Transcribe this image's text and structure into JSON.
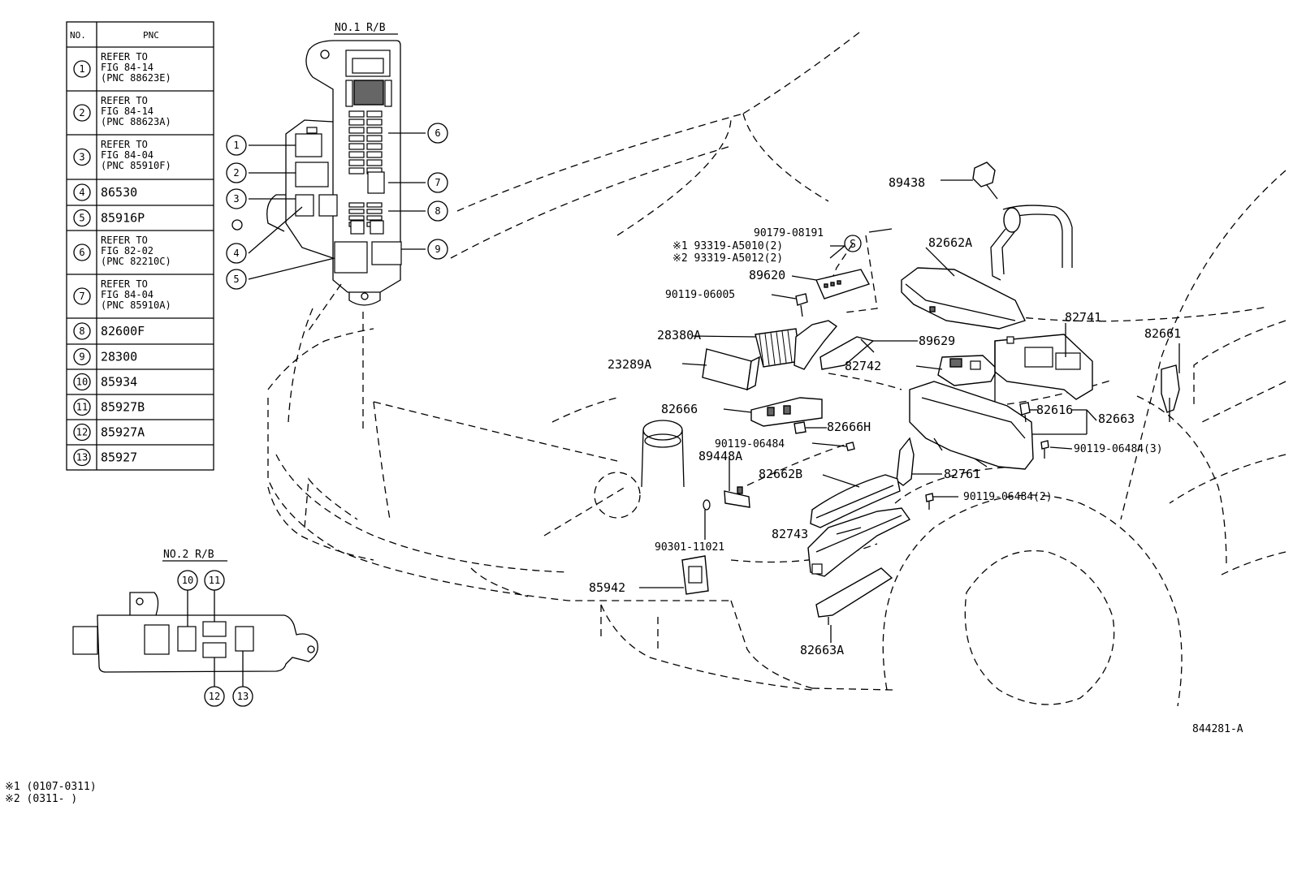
{
  "table": {
    "header": {
      "no": "NO.",
      "pnc": "PNC"
    },
    "rows": [
      {
        "no": "1",
        "lines": [
          "REFER TO",
          "FIG 84-14",
          "(PNC 88623E)"
        ]
      },
      {
        "no": "2",
        "lines": [
          "REFER TO",
          "FIG 84-14",
          "(PNC 88623A)"
        ]
      },
      {
        "no": "3",
        "lines": [
          "REFER TO",
          "FIG 84-04",
          "(PNC 85910F)"
        ]
      },
      {
        "no": "4",
        "lines": [
          "86530"
        ]
      },
      {
        "no": "5",
        "lines": [
          "85916P"
        ]
      },
      {
        "no": "6",
        "lines": [
          "REFER TO",
          "FIG 82-02",
          "(PNC 82210C)"
        ]
      },
      {
        "no": "7",
        "lines": [
          "REFER TO",
          "FIG 84-04",
          "(PNC 85910A)"
        ]
      },
      {
        "no": "8",
        "lines": [
          "82600F"
        ]
      },
      {
        "no": "9",
        "lines": [
          "28300"
        ]
      },
      {
        "no": "10",
        "lines": [
          "85934"
        ]
      },
      {
        "no": "11",
        "lines": [
          "85927B"
        ]
      },
      {
        "no": "12",
        "lines": [
          "85927A"
        ]
      },
      {
        "no": "13",
        "lines": [
          "85927"
        ]
      }
    ]
  },
  "relay_block_1": {
    "title": "NO.1 R/B",
    "callouts": [
      "1",
      "2",
      "3",
      "4",
      "5",
      "6",
      "7",
      "8",
      "9"
    ]
  },
  "relay_block_2": {
    "title": "NO.2 R/B",
    "callouts": [
      "10",
      "11",
      "12",
      "13"
    ]
  },
  "parts": {
    "p89438": "89438",
    "p90179": "90179-08191",
    "p93319a": "※1 93319-A5010(2)",
    "p93319b": "※2 93319-A5012(2)",
    "s_mark": "S",
    "p82662A": "82662A",
    "p89620": "89620",
    "p90119_06005": "90119-06005",
    "p28380A": "28380A",
    "p89629": "89629",
    "p82741": "82741",
    "p82661": "82661",
    "p23289A": "23289A",
    "p82742": "82742",
    "p82666": "82666",
    "p82616": "82616",
    "p82663": "82663",
    "p82666H": "82666H",
    "p90119_06484": "90119-06484",
    "p89448A": "89448A",
    "p90119_06484_3": "90119-06484(3)",
    "p82662B": "82662B",
    "p82761": "82761",
    "p90119_06484_2": "90119-06484(2)",
    "p82743": "82743",
    "p90301": "90301-11021",
    "p85942": "85942",
    "p82663A": "82663A"
  },
  "figure_id": "844281-A",
  "footnotes": [
    "※1  (0107-0311)",
    "※2  (0311-     )"
  ]
}
